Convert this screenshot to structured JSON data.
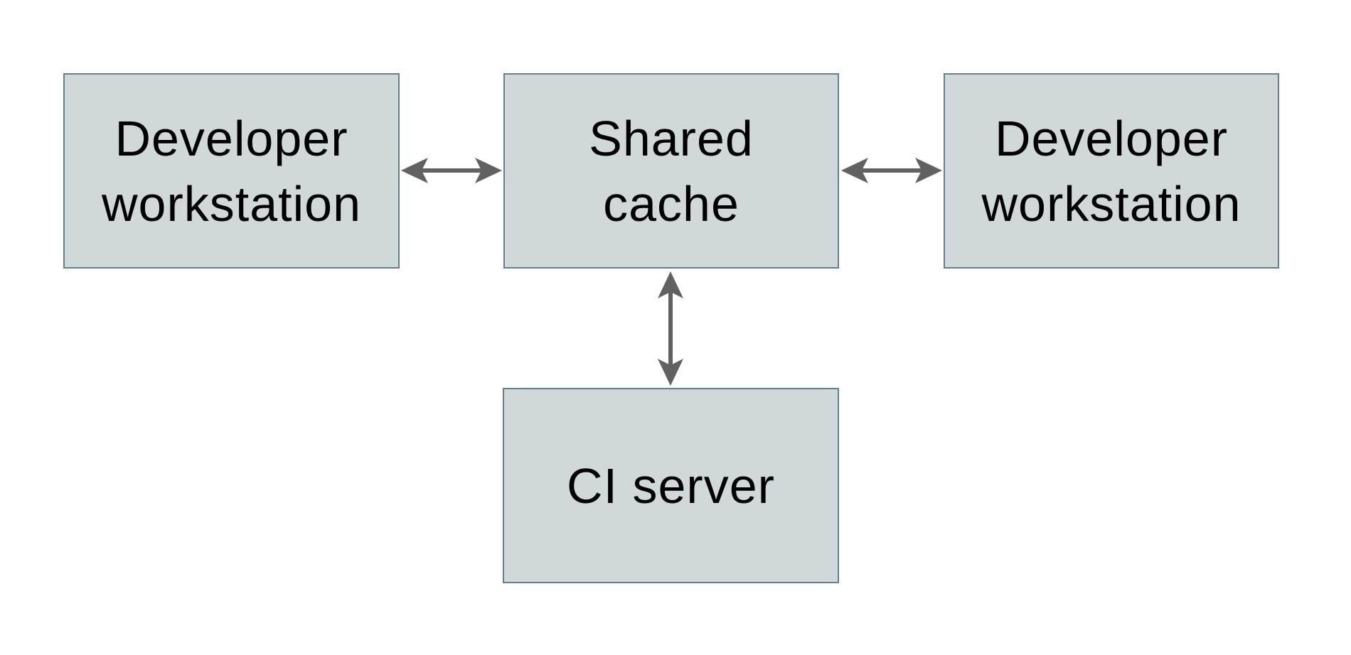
{
  "diagram": {
    "colors": {
      "background": "#ffffff",
      "node_fill": "#d1d8da",
      "node_border": "#62808d",
      "arrow_color": "#616161",
      "text_color": "#000000"
    },
    "nodes": [
      {
        "id": "developer-workstation-left",
        "label": "Developer\nworkstation"
      },
      {
        "id": "shared-cache",
        "label": "Shared\ncache"
      },
      {
        "id": "developer-workstation-right",
        "label": "Developer\nworkstation"
      },
      {
        "id": "ci-server",
        "label": "CI server"
      }
    ],
    "edges": [
      {
        "from": "developer-workstation-left",
        "to": "shared-cache",
        "direction": "bidirectional",
        "orientation": "horizontal"
      },
      {
        "from": "shared-cache",
        "to": "developer-workstation-right",
        "direction": "bidirectional",
        "orientation": "horizontal"
      },
      {
        "from": "shared-cache",
        "to": "ci-server",
        "direction": "bidirectional",
        "orientation": "vertical"
      }
    ]
  }
}
